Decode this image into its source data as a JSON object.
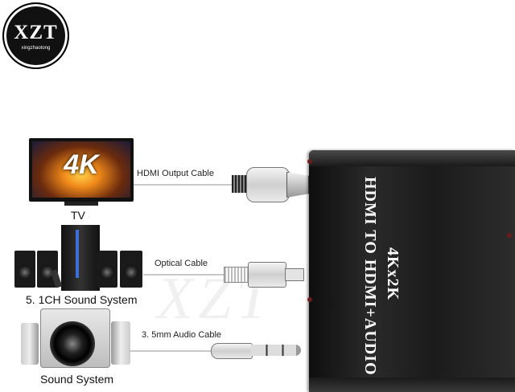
{
  "logo": {
    "main": "XZT",
    "sub": "xingzhaotong"
  },
  "watermark": "XZT",
  "tv": {
    "screen_text": "4K",
    "label": "TV"
  },
  "speakers_51": {
    "label": "5. 1CH  Sound System"
  },
  "sound_system": {
    "label": "Sound System"
  },
  "cables": {
    "hdmi": "HDMI Output  Cable",
    "optical": "Optical  Cable",
    "audio": "3. 5mm Audio Cable"
  },
  "device": {
    "line1": "HDMI TO HDMI+AUDIO",
    "line2": "4Kx2K"
  },
  "colors": {
    "device_body": "#1f1f1f",
    "accent_red": "#6b1c1c"
  }
}
